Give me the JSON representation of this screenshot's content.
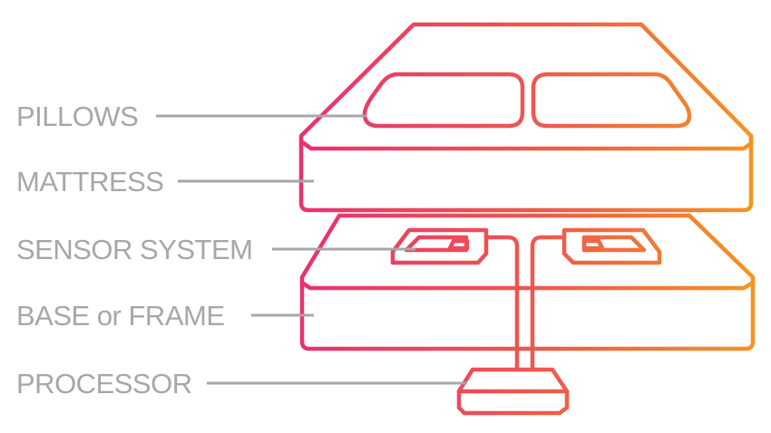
{
  "labels": {
    "pillows": "PILLOWS",
    "mattress": "MATTRESS",
    "sensor_system": "SENSOR SYSTEM",
    "base_or_frame": "BASE or FRAME",
    "processor": "PROCESSOR"
  },
  "colors": {
    "gradient_start": "#e8316f",
    "gradient_end": "#f5941f",
    "label_text": "#a7a7a7",
    "background": "#ffffff"
  }
}
